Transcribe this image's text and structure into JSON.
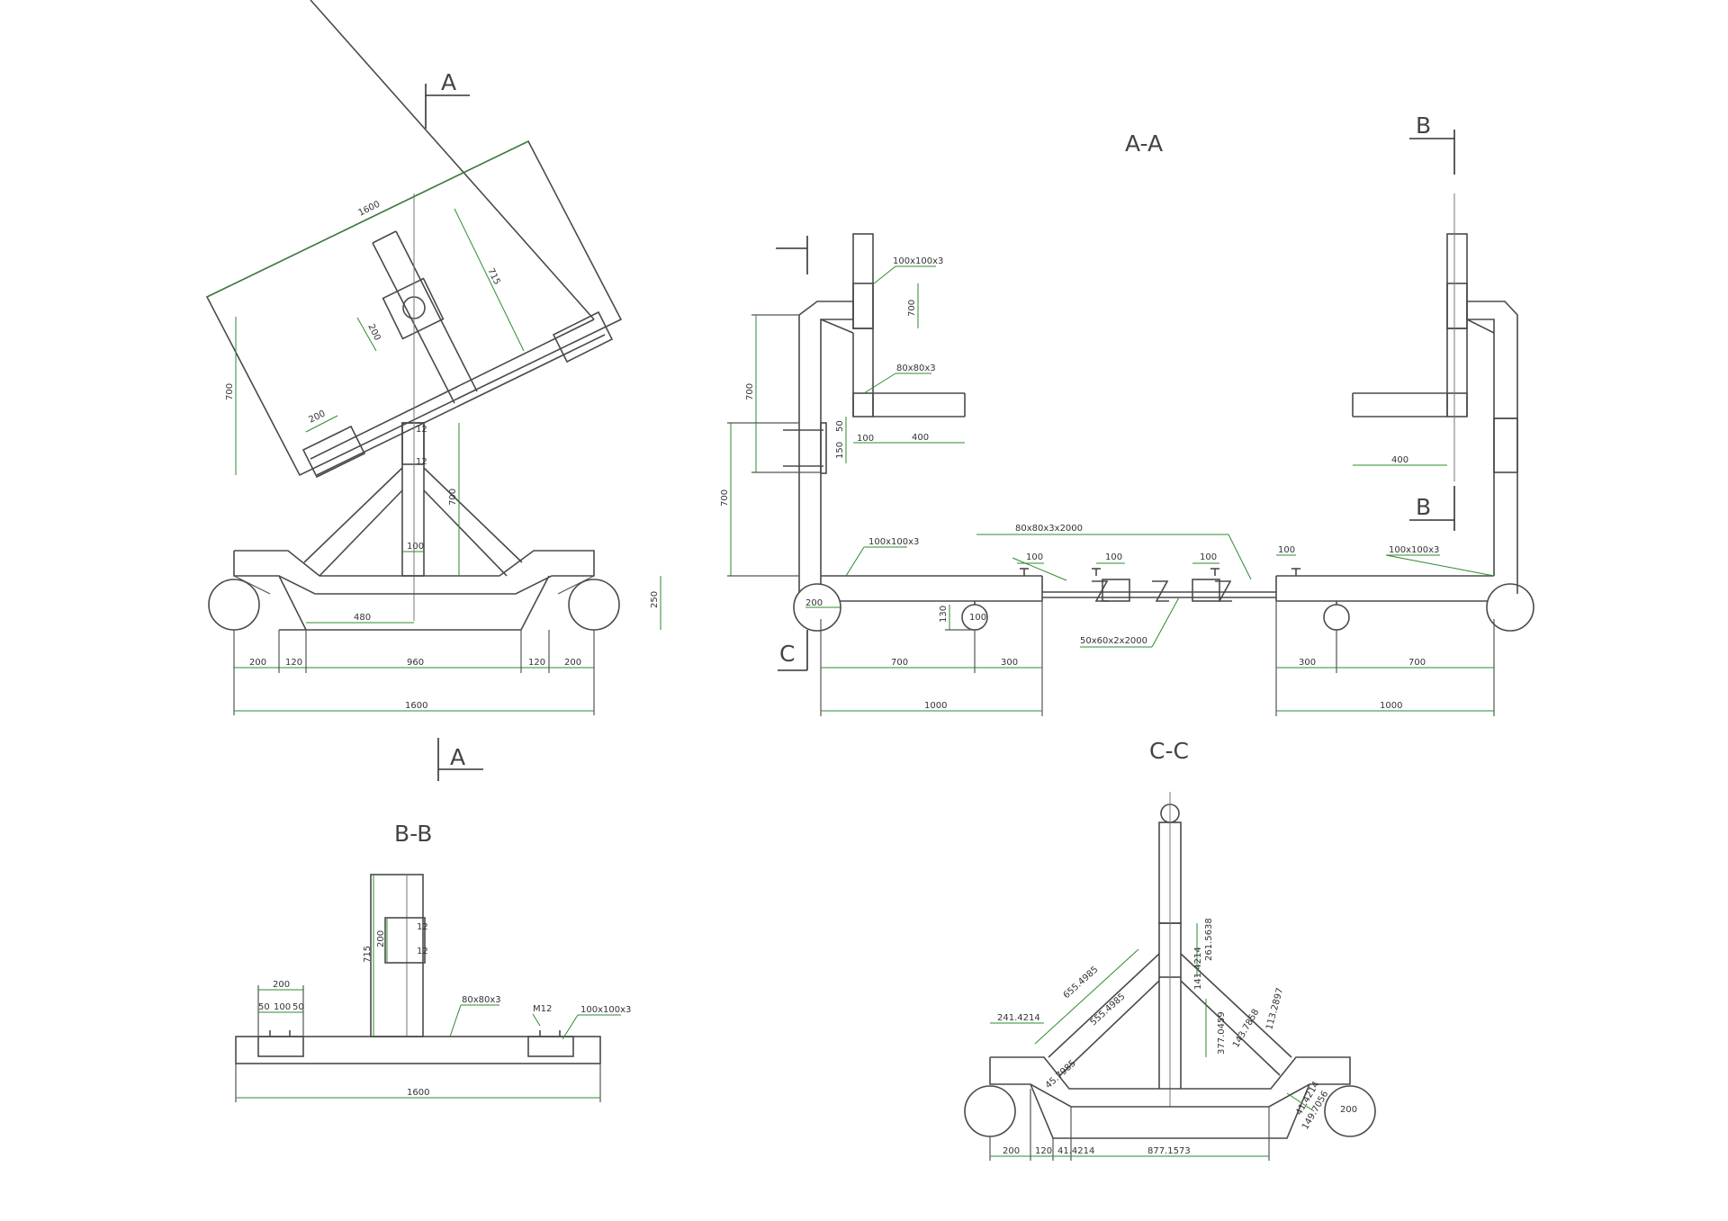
{
  "section_markers": {
    "a_top": "A",
    "a_bottom": "A",
    "b_top": "B",
    "b_mid": "B",
    "c": "C"
  },
  "view_titles": {
    "aa": "A-A",
    "bb": "B-B",
    "cc": "C-C"
  },
  "side_view": {
    "d_plate_len": "1600",
    "d_arm_len": "715",
    "d_sleeve": "200",
    "d_bracket": "200",
    "d_height_left": "700",
    "d_gap_a": "12",
    "d_gap_b": "12",
    "d_post_h": "700",
    "d_post_w": "100",
    "d_wheel_h": "250",
    "d_center": "480",
    "d_b1": "200",
    "d_b2": "120",
    "d_b3": "960",
    "d_b4": "120",
    "d_b5": "200",
    "d_total": "1600"
  },
  "aa_view": {
    "l_top_tube": "100x100x3",
    "l_top_h": "700",
    "l_arm_tube": "80x80x3",
    "l_h1": "700",
    "l_h2": "700",
    "l_s1": "50",
    "l_s2": "150",
    "l_s3": "100",
    "l_arm_w": "400",
    "l_base_tube": "100x100x3",
    "l_wheel": "200",
    "l_caster": "130",
    "l_caster_d": "100",
    "l_b1": "700",
    "l_b2": "300",
    "l_total": "1000",
    "c_tube": "80x80x3x2000",
    "c_p1": "100",
    "c_p2": "100",
    "c_p3": "100",
    "c_inner": "50x60x2x2000",
    "r_base_tube": "100x100x3",
    "r_p1": "100",
    "r_arm_w": "400",
    "r_b1": "300",
    "r_b2": "700",
    "r_total": "1000"
  },
  "bb_view": {
    "d_post_h": "715",
    "d_sleeve": "200",
    "d_gap_a": "12",
    "d_gap_b": "12",
    "d_plate": "200",
    "d_p1": "50",
    "d_p2": "100",
    "d_p3": "50",
    "d_post_tube": "80x80x3",
    "d_bolt": "M12",
    "d_base_tube": "100x100x3",
    "d_total": "1600"
  },
  "cc_view": {
    "d_top_w": "241.4214",
    "d_brace_a": "655.4985",
    "d_brace_b": "555.4985",
    "d_joint": "45.7985",
    "d_h1": "261.5638",
    "d_h2": "141.4214",
    "d_h3": "377.0459",
    "d_h4": "143.7858",
    "d_h5": "113.2897",
    "d_h6": "41.4214",
    "d_h7": "149.7056",
    "d_wheel": "200",
    "d_b1": "200",
    "d_b2": "120",
    "d_b3": "41.4214",
    "d_b4": "877.1573"
  }
}
